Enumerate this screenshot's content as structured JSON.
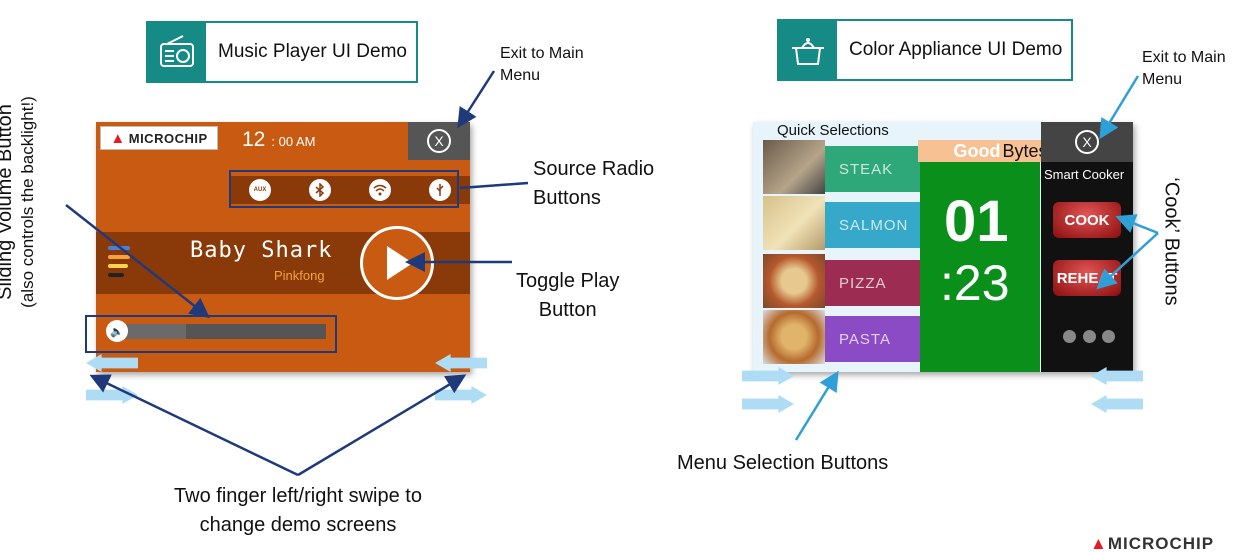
{
  "music": {
    "title": "Music Player UI Demo",
    "logo": "MICROCHIP",
    "time": "12",
    "time_suffix": ": 00 AM",
    "exit_glyph": "X",
    "sources": [
      "AUX",
      "Bluetooth",
      "WiFi",
      "USB"
    ],
    "aux_label": "AUX",
    "song": "Baby Shark",
    "artist": "Pinkfong",
    "volume_level": 0.3
  },
  "appliance": {
    "title": "Color Appliance UI Demo",
    "quick_label": "Quick Selections",
    "items": [
      "STEAK",
      "SALMON",
      "PIZZA",
      "PASTA"
    ],
    "banner_good": "Good",
    "banner_bytes": "Bytes",
    "minutes": "01",
    "seconds": ":23",
    "right_caption": "Smart Cooker",
    "cook_label": "COOK",
    "reheat_label": "REHEAT",
    "exit_glyph": "X"
  },
  "callouts": {
    "exit_left": "Exit to Main\nMenu",
    "exit_right": "Exit to Main\nMenu",
    "source_radio": "Source Radio\nButtons",
    "toggle_play": "Toggle Play\nButton",
    "sliding_volume": "Sliding Volume Button",
    "backlight_note": "(also controls the backlight!)",
    "swipe": "Two finger left/right swipe to\nchange demo screens",
    "cook_buttons": "‘Cook’ Buttons",
    "menu_selection": "Menu Selection Buttons"
  },
  "footer_logo": "MICROCHIP",
  "colors": {
    "teal": "#168a84",
    "player_orange": "#c85a12",
    "navy": "#1f3a7a",
    "light_blue": "#2f9fd8"
  },
  "icons": [
    "radio-icon",
    "cooking-pot-icon",
    "bluetooth-icon",
    "wifi-icon",
    "usb-icon",
    "play-icon",
    "speaker-icon",
    "close-icon"
  ]
}
